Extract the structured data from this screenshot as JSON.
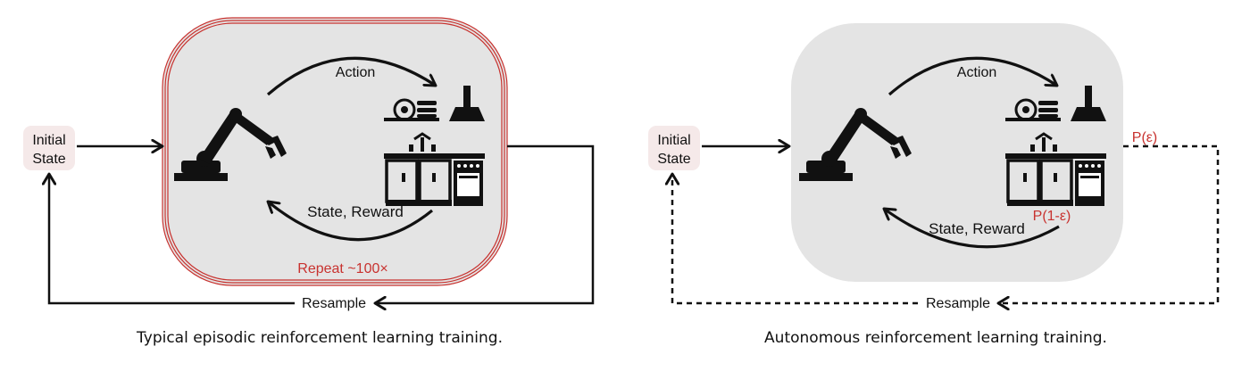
{
  "left_panel": {
    "initial_state_line1": "Initial",
    "initial_state_line2": "State",
    "action": "Action",
    "state_reward": "State, Reward",
    "repeat": "Repeat ~100×",
    "resample": "Resample",
    "caption": "Typical episodic reinforcement learning training."
  },
  "right_panel": {
    "initial_state_line1": "Initial",
    "initial_state_line2": "State",
    "action": "Action",
    "state_reward": "State, Reward",
    "p_eps": "P(ε)",
    "p_one_minus_eps": "P(1-ε)",
    "resample": "Resample",
    "caption": "Autonomous reinforcement learning training."
  },
  "colors": {
    "loop_border": "#c8322f",
    "box_fill": "#e4e4e4",
    "init_box_fill": "#f5e9e9",
    "ink": "#111111",
    "accent": "#c8322f"
  }
}
